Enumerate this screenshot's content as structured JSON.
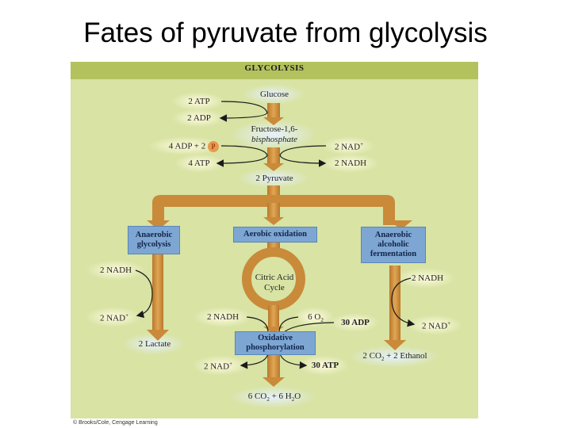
{
  "slide": {
    "title": "Fates of pyruvate from glycolysis"
  },
  "diagram": {
    "banner": "GLYCOLYSIS",
    "glucose": "Glucose",
    "atp_in": "2 ATP",
    "adp_out": "2 ADP",
    "fbp_line1": "Fructose-1,6-",
    "fbp_line2": "bisphosphate",
    "adp_pi": "4 ADP + 2",
    "pi_symbol": "P",
    "atp_out": "4 ATP",
    "nad_in": "2 NAD",
    "nadh_out": "2 NADH",
    "pyruvate": "2 Pyruvate",
    "anaerobic_glycolysis": "Anaerobic glycolysis",
    "aerobic_oxidation": "Aerobic oxidation",
    "alcoholic_fermentation": "Anaerobic alcoholic fermentation",
    "left_nadh": "2 NADH",
    "left_nad": "2 NAD",
    "lactate": "2 Lactate",
    "citric_acid_cycle": "Citric Acid Cycle",
    "center_nadh": "2 NADH",
    "oxygen": "6 O",
    "adp_30": "30 ADP",
    "oxidative_phosphorylation": "Oxidative phosphorylation",
    "center_nad": "2 NAD",
    "atp_30": "30 ATP",
    "co2_h2o": "6 CO",
    "co2_h2o_mid": " + 6 H",
    "co2_h2o_end": "O",
    "right_nadh": "2 NADH",
    "right_nad": "2 NAD",
    "ethanol": "2 CO",
    "ethanol_end": " + 2 Ethanol",
    "sub2": "2",
    "sup_plus": "+",
    "copyright": "© Brooks/Cole, Cengage Learning"
  },
  "colors": {
    "panel": "#d8e3a4",
    "banner": "#b4c25e",
    "arrow": "#c98a3a",
    "box": "#7da6d3",
    "glow": "#fff8c8"
  }
}
